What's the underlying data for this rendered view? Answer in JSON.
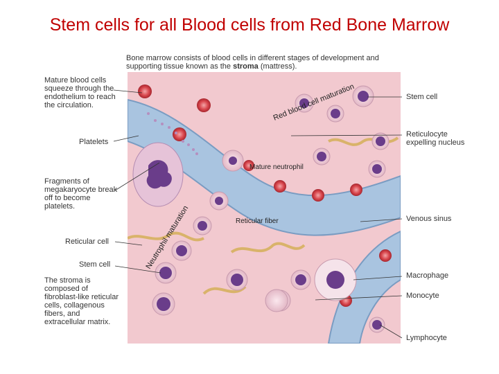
{
  "title": "Stem cells for all Blood cells from Red Bone Marrow",
  "top_caption": {
    "text_start": "Bone marrow consists of blood cells in different stages of development and supporting tissue known as the",
    "bold_word": "stroma",
    "text_end": "(mattress)."
  },
  "left_labels": {
    "mature_blood_cells": "Mature blood cells squeeze through the endothelium to reach the circulation.",
    "platelets": "Platelets",
    "megakaryocyte": "Fragments of megakaryocyte break off to become platelets.",
    "reticular_cell": "Reticular cell",
    "stem_cell": "Stem cell",
    "stroma_note": "The stroma is composed of fibroblast-like reticular cells, collagenous fibers, and extracellular matrix."
  },
  "right_labels": {
    "stem_cell": "Stem cell",
    "reticulocyte": "Reticulocyte expelling nucleus",
    "venous_sinus": "Venous sinus",
    "macrophage": "Macrophage",
    "monocyte": "Monocyte",
    "lymphocyte": "Lymphocyte"
  },
  "inner_labels": {
    "rbc_maturation": "Red blood cell maturation",
    "mature_neutrophil": "Mature neutrophil",
    "reticular_fiber": "Reticular fiber",
    "neutrophil_maturation": "Neutrophil maturation"
  },
  "colors": {
    "title": "#c00000",
    "tissue": "#f2c9cf",
    "sinus": "#a9c4e0",
    "rbc": "#d9474e",
    "nucleus": "#6a3d8a"
  }
}
